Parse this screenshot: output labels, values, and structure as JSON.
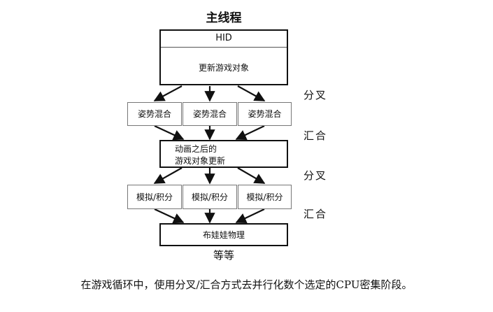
{
  "diagram": {
    "title": "主线程",
    "main_box": {
      "header": "HID",
      "body": "更新游戏对象"
    },
    "pose_blend": [
      "姿势混合",
      "姿势混合",
      "姿势混合"
    ],
    "post_anim": {
      "line1": "动画之后的",
      "line2": "游戏对象更新"
    },
    "sim_integrate": [
      "模拟/积分",
      "模拟/积分",
      "模拟/积分"
    ],
    "ragdoll": "布娃娃物理",
    "etc": "等等",
    "side_labels": {
      "fork1": "分叉",
      "join1": "汇合",
      "fork2": "分叉",
      "join2": "汇合"
    }
  },
  "caption": "在游戏循环中，使用分叉/汇合方式去并行化数个选定的CPU密集阶段。"
}
